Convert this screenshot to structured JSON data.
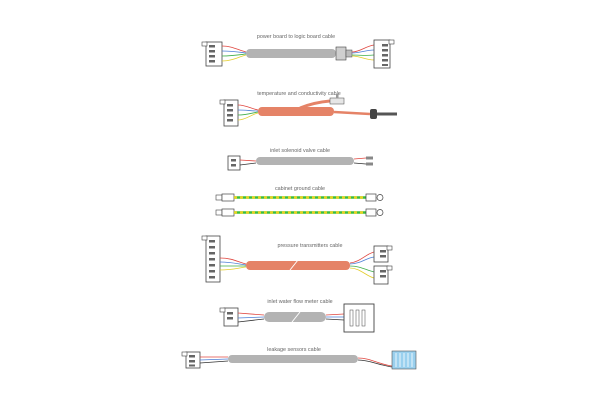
{
  "cables": [
    {
      "id": "power",
      "label": "power board to logic board cable",
      "sheath_color": "#b3b3b3"
    },
    {
      "id": "temperature",
      "label": "temperature and conductivity cable",
      "sheath_color": "#e58367"
    },
    {
      "id": "inlet-valve",
      "label": "inlet solenoid valve cable",
      "sheath_color": "#b3b3b3"
    },
    {
      "id": "ground",
      "label": "cabinet ground cable",
      "sheath_color": "#3bbd3b",
      "stripe_color": "#e8d21f"
    },
    {
      "id": "pressure",
      "label": "pressure transmitters cable",
      "sheath_color": "#e58367"
    },
    {
      "id": "flow-meter",
      "label": "inlet water flow meter cable",
      "sheath_color": "#b3b3b3"
    },
    {
      "id": "leakage",
      "label": "leakage sensors cable",
      "sheath_color": "#b3b3b3"
    }
  ],
  "colors": {
    "outline": "#444444",
    "connector_fill": "#ffffff",
    "wire_red": "#e0463f",
    "wire_blue": "#4d7fd6",
    "wire_green": "#3fae49",
    "wire_yellow": "#e3cc2a",
    "wire_black": "#333333",
    "probe": "#444444",
    "pad_blue": "#9ad0ee"
  },
  "icons": [
    "connector-icon",
    "probe-icon",
    "terminal-icon",
    "sensor-pad-icon",
    "junction-icon"
  ]
}
